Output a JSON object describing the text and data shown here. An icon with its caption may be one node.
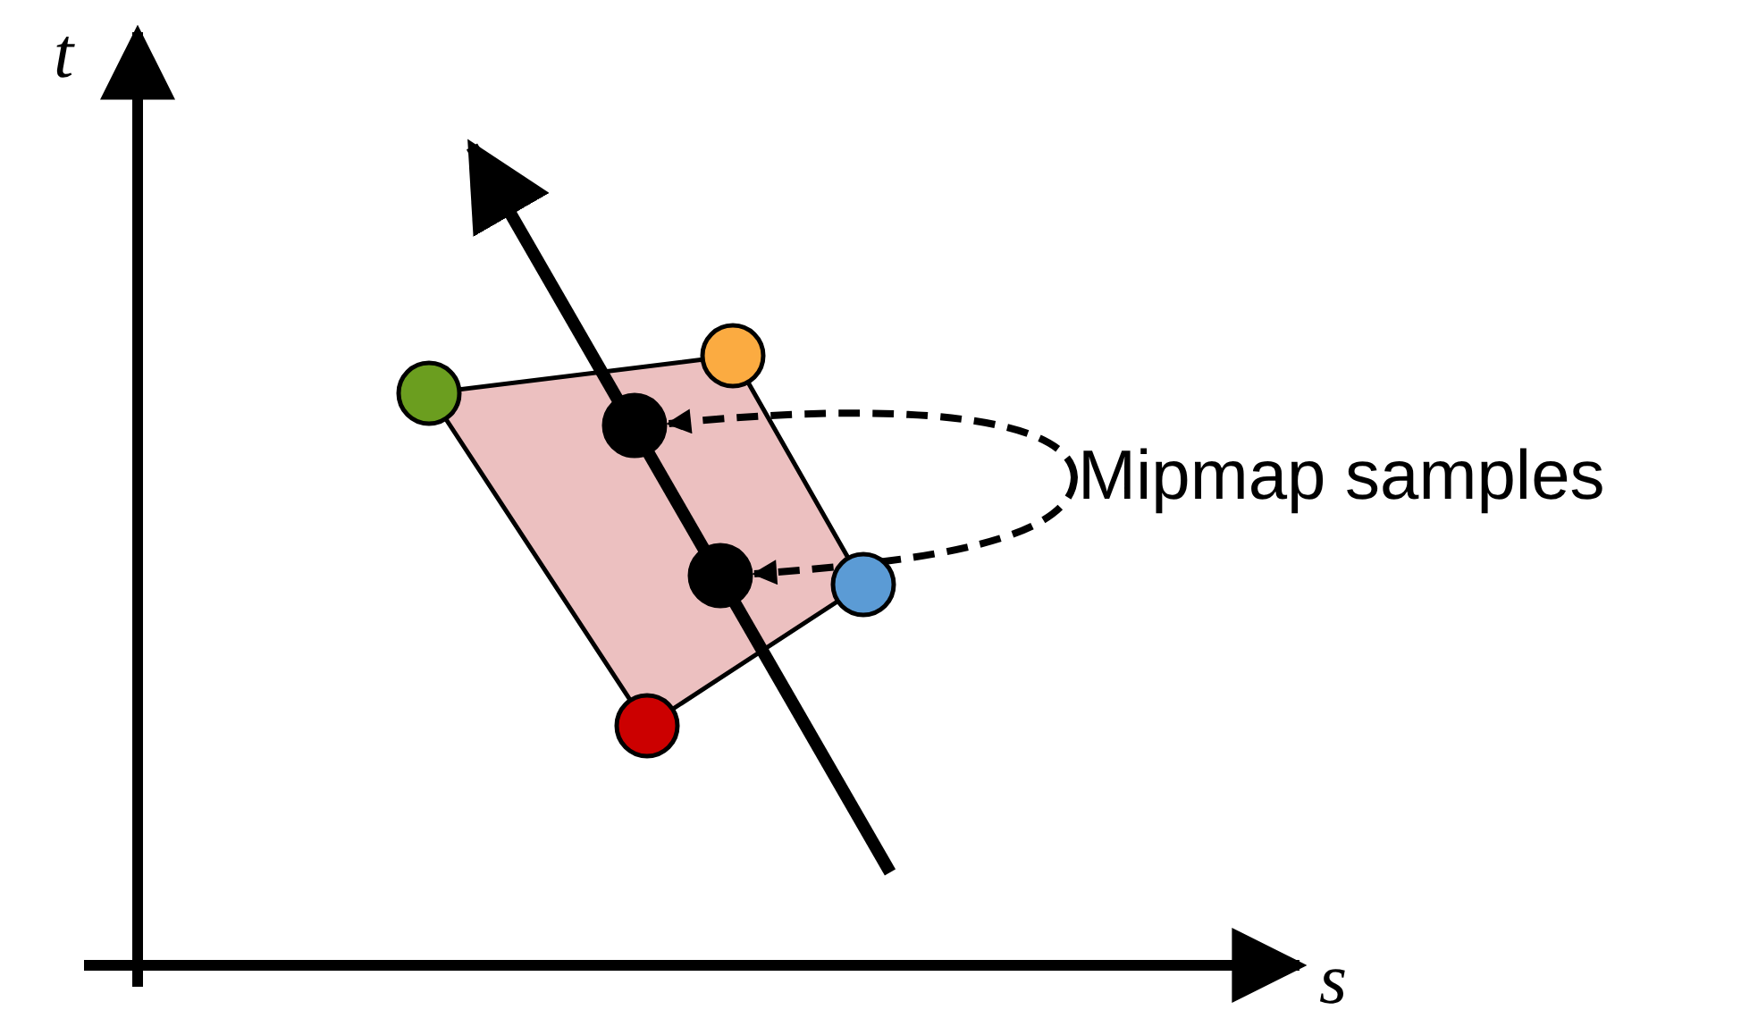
{
  "diagram": {
    "nodes": [
      {
        "text": [],
        "shape": "circle"
      },
      {
        "text": [],
        "shape": "circle"
      },
      {
        "text": [],
        "shape": "circle"
      },
      {
        "text": [],
        "shape": "circle"
      },
      {
        "text": [],
        "shape": "circle"
      },
      {
        "text": [],
        "shape": "circle"
      },
      {
        "text": [
          "Mipmap samples"
        ]
      }
    ],
    "edges": [
      {
        "from": 6,
        "to": 1,
        "arrow": "to",
        "style": "dashed"
      },
      {
        "from": 6,
        "to": 3,
        "arrow": "to",
        "style": "dashed"
      }
    ],
    "labels": [
      "t",
      "s"
    ]
  }
}
